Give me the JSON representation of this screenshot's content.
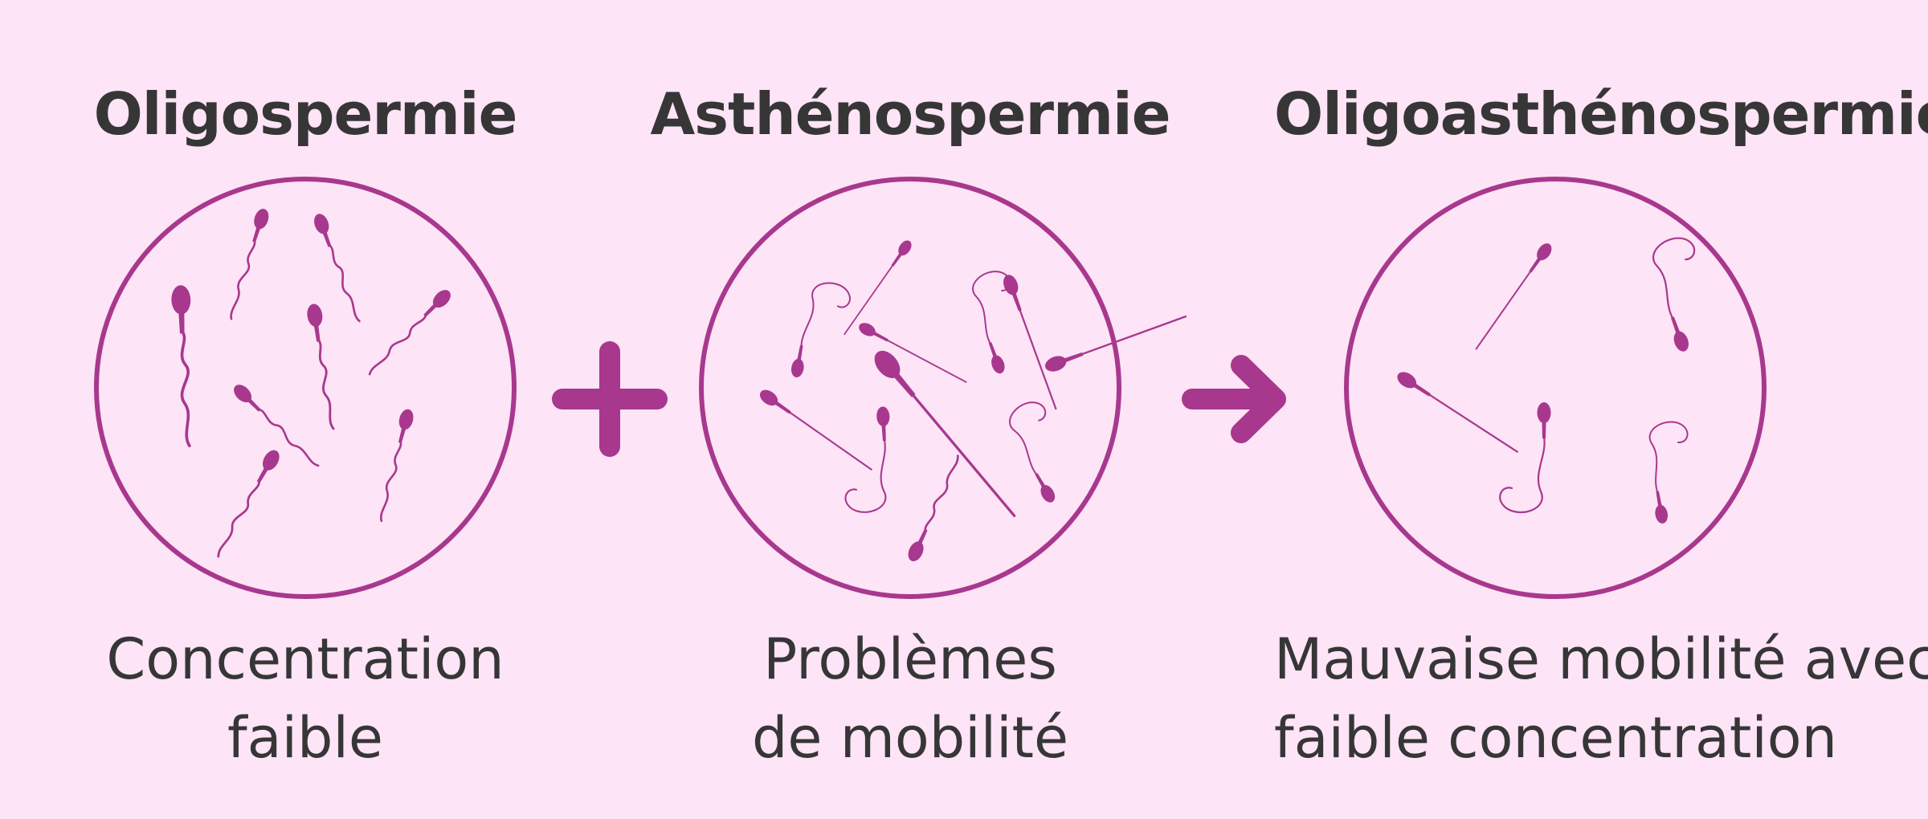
{
  "colors": {
    "background": "#fde4f6",
    "accent": "#a8388e",
    "text": "#363636"
  },
  "panels": [
    {
      "title": "Oligospermie",
      "caption_line1": "Concentration",
      "caption_line2": "faible"
    },
    {
      "title": "Asthénospermie",
      "caption_line1": "Problèmes",
      "caption_line2": "de mobilité"
    },
    {
      "title": "Oligoasthénospermie",
      "caption_line1": "Mauvaise mobilité avec",
      "caption_line2": "faible concentration"
    }
  ],
  "operators": {
    "first": "plus-icon",
    "second": "arrow-right-icon"
  }
}
